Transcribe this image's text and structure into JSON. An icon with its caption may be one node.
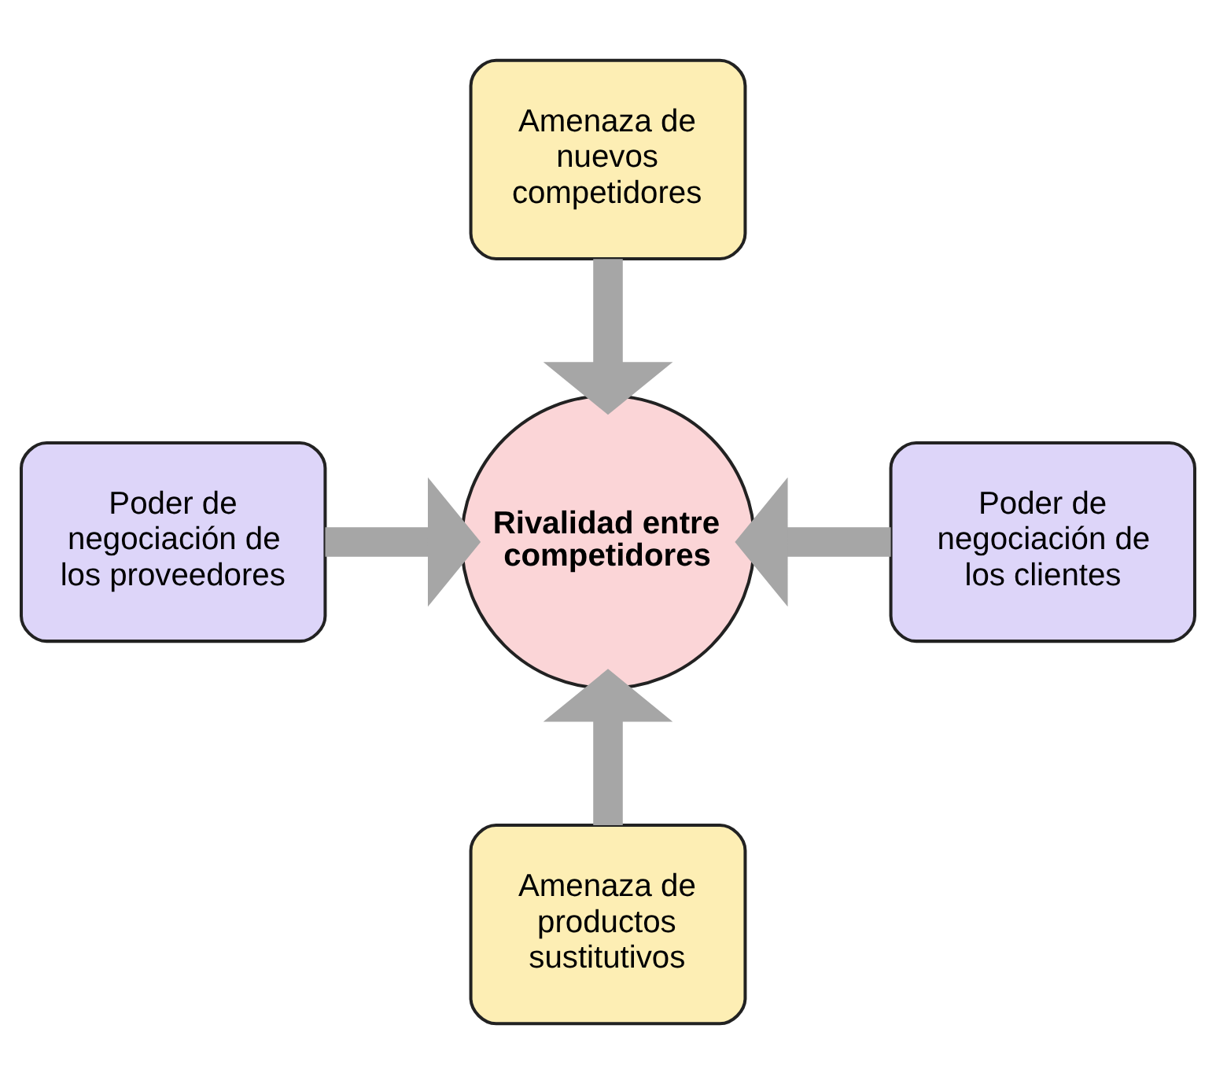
{
  "diagram": {
    "nodes": [
      {
        "text": [
          "Amenaza de nuevos competidores"
        ]
      },
      {
        "text": [
          "Poder de negociación de los proveedores"
        ]
      },
      {
        "text": [
          "Rivalidad entre competidores"
        ]
      },
      {
        "text": [
          "Poder de negociación de los clientes"
        ]
      },
      {
        "text": [
          "Amenaza de productos sustitutivos"
        ]
      }
    ],
    "edges": [
      {
        "from": 0,
        "to": 2,
        "arrow": "to"
      },
      {
        "from": 1,
        "to": 2,
        "arrow": "to"
      },
      {
        "from": 3,
        "to": 2,
        "arrow": "to"
      },
      {
        "from": 4,
        "to": 2,
        "arrow": "to"
      }
    ]
  }
}
